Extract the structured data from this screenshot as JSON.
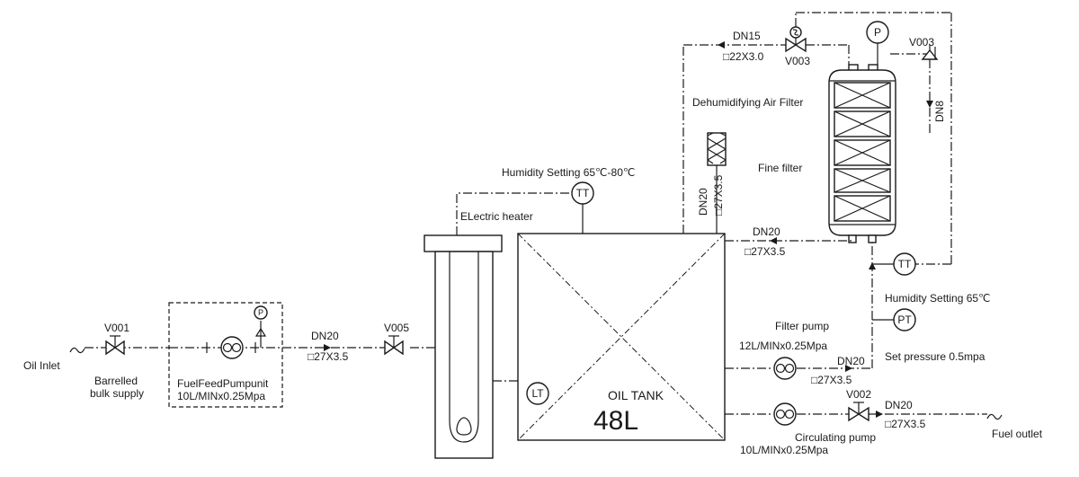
{
  "labels": {
    "oil_inlet": "Oil Inlet",
    "v001": "V001",
    "barrelled_1": "Barrelled",
    "barrelled_2": "bulk supply",
    "feed_pump_name": "FuelFeedPumpunit",
    "feed_pump_spec": "10L/MINx0.25Mpa",
    "dn20_a": "DN20",
    "size_a": "□27X3.5",
    "v005": "V005",
    "electric_heater": "ELectric heater",
    "humidity_setting_1": "Humidity Setting 65℃-80℃",
    "oil_tank": "OIL TANK",
    "tank_volume": "48L",
    "dn20_vert": "DN20",
    "size_vert": "□27X3.5",
    "dehumidifying_filter": "Dehumidifying Air Filter",
    "fine_filter": "Fine filter",
    "dn15": "DN15",
    "size_dn15": "□22X3.0",
    "v003_top": "V003",
    "v003_right": "V003",
    "dn8": "DN8",
    "dn20_return": "DN20",
    "size_return": "□27X3.5",
    "humidity_setting_2": "Humidity Setting 65℃",
    "set_pressure": "Set pressure 0.5mpa",
    "filter_pump": "Filter pump",
    "filter_pump_spec": "12L/MINx0.25Mpa",
    "dn20_filter": "DN20",
    "size_filter": "□27X3.5",
    "v002": "V002",
    "dn20_out": "DN20",
    "size_out": "□27X3.5",
    "circ_pump": "Circulating pump",
    "circ_pump_spec": "10L/MINx0.25Mpa",
    "fuel_outlet": "Fuel outlet"
  },
  "instruments": {
    "tt_heater": "TT",
    "lt": "LT",
    "tt_return": "TT",
    "pt": "PT",
    "p_top": "P",
    "p_feed": "P"
  }
}
